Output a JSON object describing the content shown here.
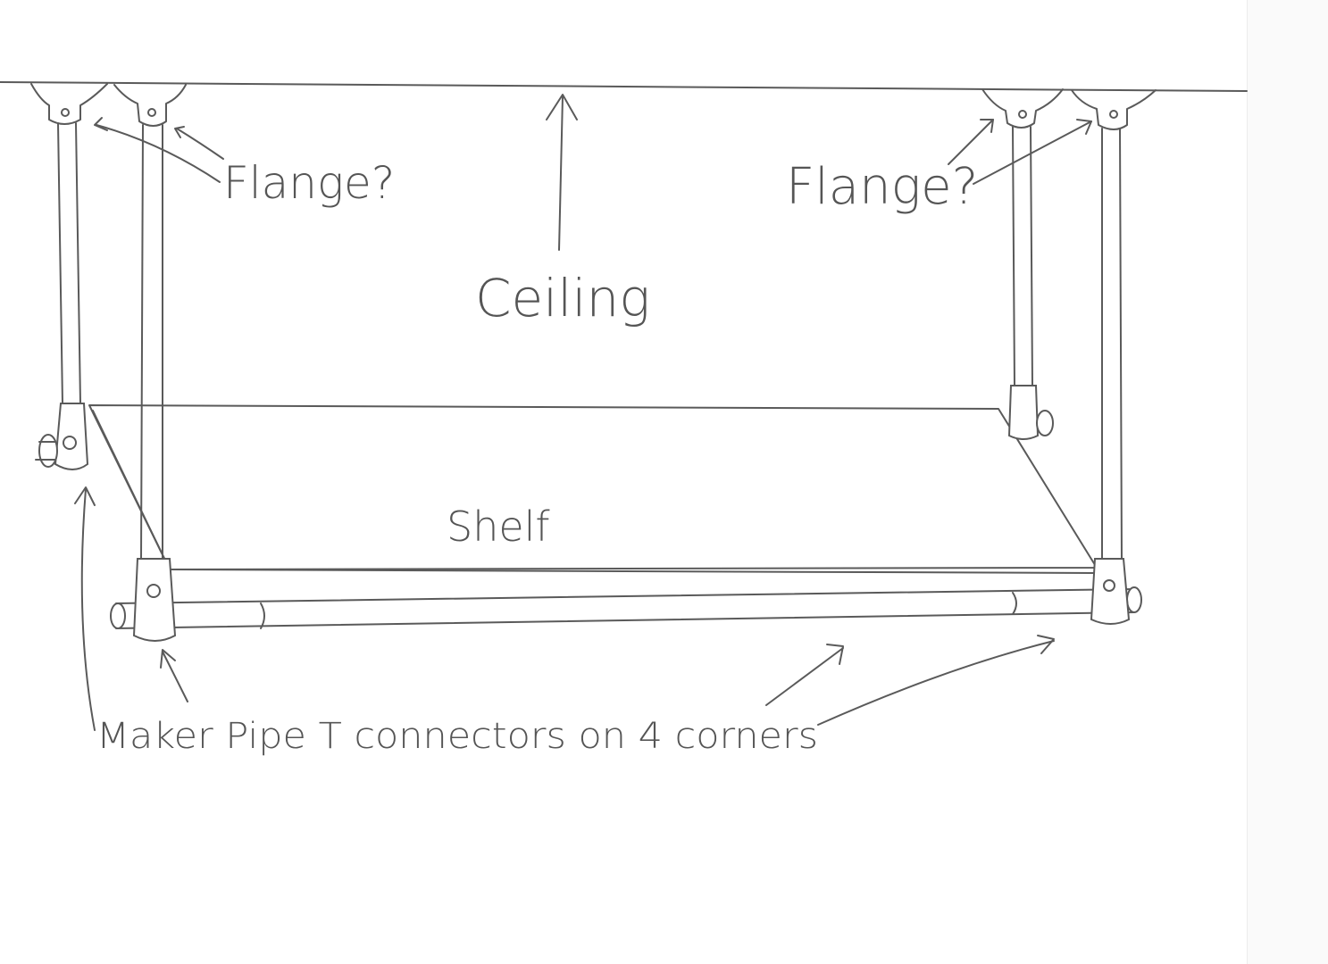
{
  "labels": {
    "flange_left": "Flange?",
    "flange_right": "Flange?",
    "ceiling": "Ceiling",
    "shelf": "Shelf",
    "connectors": "Maker Pipe T connectors on 4 corners"
  },
  "colors": {
    "pencil": "#5a5a5a",
    "paper": "#ffffff"
  }
}
